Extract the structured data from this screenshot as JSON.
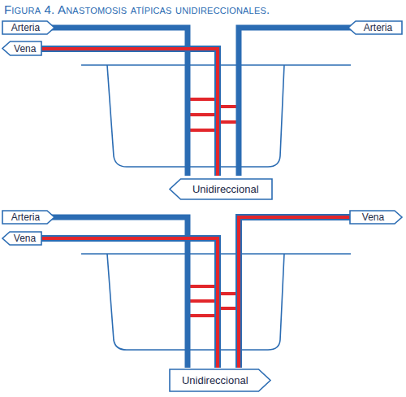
{
  "diagram": {
    "title": "Figura 4. Anastomosis atípicas unidireccionales.",
    "nodes": [
      {
        "text": [
          "Arteria"
        ]
      },
      {
        "text": [
          "Vena"
        ]
      },
      {
        "text": [
          "Arteria"
        ]
      },
      {
        "text": [
          "Unidireccional"
        ]
      },
      {
        "text": [
          "Arteria"
        ]
      },
      {
        "text": [
          "Vena"
        ]
      },
      {
        "text": [
          "Vena"
        ]
      },
      {
        "text": [
          "Unidireccional"
        ]
      }
    ]
  }
}
